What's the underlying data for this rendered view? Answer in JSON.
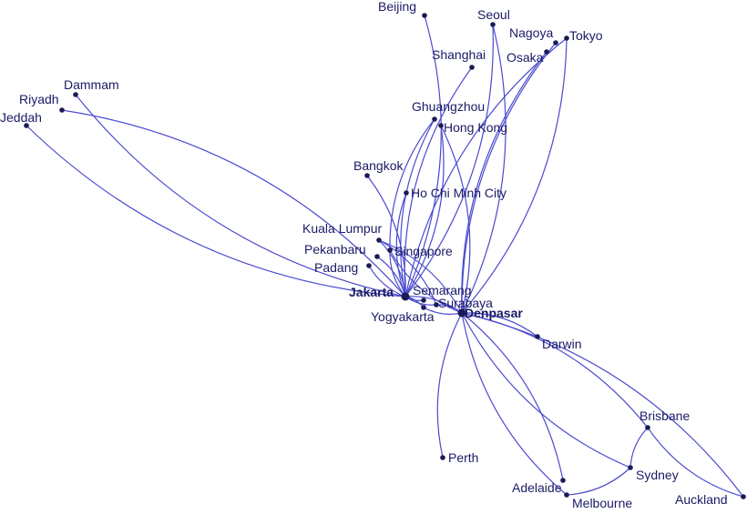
{
  "colors": {
    "route": "#4a4ad0",
    "city": "#1a1a55"
  },
  "cities": [
    {
      "name": "Jakarta",
      "hub": true
    },
    {
      "name": "Denpasar",
      "hub": true
    },
    {
      "name": "Beijing"
    },
    {
      "name": "Seoul"
    },
    {
      "name": "Nagoya"
    },
    {
      "name": "Tokyo"
    },
    {
      "name": "Osaka"
    },
    {
      "name": "Shanghai"
    },
    {
      "name": "Dammam"
    },
    {
      "name": "Riyadh"
    },
    {
      "name": "Jeddah"
    },
    {
      "name": "Ghuangzhou"
    },
    {
      "name": "Hong Kong"
    },
    {
      "name": "Bangkok"
    },
    {
      "name": "Ho Chi Minh City"
    },
    {
      "name": "Kuala Lumpur"
    },
    {
      "name": "Pekanbaru"
    },
    {
      "name": "Singapore"
    },
    {
      "name": "Padang"
    },
    {
      "name": "Semarang"
    },
    {
      "name": "Surabaya"
    },
    {
      "name": "Yogyakarta"
    },
    {
      "name": "Darwin"
    },
    {
      "name": "Perth"
    },
    {
      "name": "Brisbane"
    },
    {
      "name": "Sydney"
    },
    {
      "name": "Adelaide"
    },
    {
      "name": "Melbourne"
    },
    {
      "name": "Auckland"
    }
  ],
  "routes": [
    [
      "Jakarta",
      "Jeddah"
    ],
    [
      "Jakarta",
      "Riyadh"
    ],
    [
      "Jakarta",
      "Dammam"
    ],
    [
      "Jakarta",
      "Beijing"
    ],
    [
      "Jakarta",
      "Shanghai"
    ],
    [
      "Jakarta",
      "Seoul"
    ],
    [
      "Jakarta",
      "Tokyo"
    ],
    [
      "Jakarta",
      "Hong Kong"
    ],
    [
      "Jakarta",
      "Ghuangzhou"
    ],
    [
      "Jakarta",
      "Bangkok"
    ],
    [
      "Jakarta",
      "Ho Chi Minh City"
    ],
    [
      "Jakarta",
      "Kuala Lumpur"
    ],
    [
      "Jakarta",
      "Singapore"
    ],
    [
      "Jakarta",
      "Pekanbaru"
    ],
    [
      "Jakarta",
      "Padang"
    ],
    [
      "Jakarta",
      "Semarang"
    ],
    [
      "Jakarta",
      "Yogyakarta"
    ],
    [
      "Jakarta",
      "Surabaya"
    ],
    [
      "Jakarta",
      "Denpasar"
    ],
    [
      "Denpasar",
      "Seoul"
    ],
    [
      "Denpasar",
      "Nagoya"
    ],
    [
      "Denpasar",
      "Tokyo"
    ],
    [
      "Denpasar",
      "Osaka"
    ],
    [
      "Denpasar",
      "Hong Kong"
    ],
    [
      "Denpasar",
      "Singapore"
    ],
    [
      "Denpasar",
      "Kuala Lumpur"
    ],
    [
      "Denpasar",
      "Darwin"
    ],
    [
      "Denpasar",
      "Perth"
    ],
    [
      "Denpasar",
      "Brisbane"
    ],
    [
      "Denpasar",
      "Sydney"
    ],
    [
      "Denpasar",
      "Adelaide"
    ],
    [
      "Denpasar",
      "Melbourne"
    ],
    [
      "Denpasar",
      "Auckland"
    ],
    [
      "Denpasar",
      "Surabaya"
    ],
    [
      "Denpasar",
      "Yogyakarta"
    ],
    [
      "Brisbane",
      "Sydney"
    ],
    [
      "Sydney",
      "Melbourne"
    ],
    [
      "Brisbane",
      "Auckland"
    ],
    [
      "Singapore",
      "Ghuangzhou"
    ],
    [
      "Surabaya",
      "Kuala Lumpur"
    ]
  ]
}
